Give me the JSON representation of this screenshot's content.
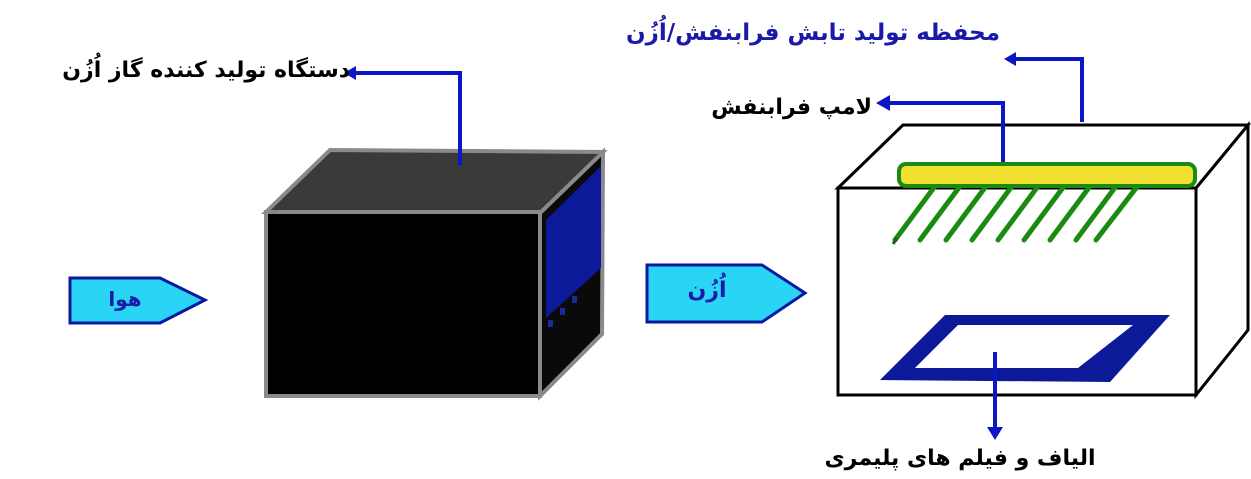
{
  "labels": {
    "ozone_generator": "دستگاه تولید کننده گاز اُزُن",
    "uv_chamber": "محفظه تولید تابش فرابنفش/اُزُن",
    "uv_lamp": "لامپ فرابنفش",
    "polymer_fibers": "الیاف و فیلم های پلیمری"
  },
  "arrows": {
    "air": "هوا",
    "ozone": "اُزُن"
  },
  "colors": {
    "leader_line": "#0a16c8",
    "arrow_fill": "#2ad4f4",
    "arrow_stroke": "#0a1aa0",
    "generator_body": "#000000",
    "generator_top": "#3a3a3a",
    "generator_edge": "#8a8a8a",
    "generator_screen": "#0c1a9a",
    "lamp_fill": "#f2e030",
    "lamp_stroke": "#1a8a10",
    "film_fill": "#0c1a9a"
  }
}
